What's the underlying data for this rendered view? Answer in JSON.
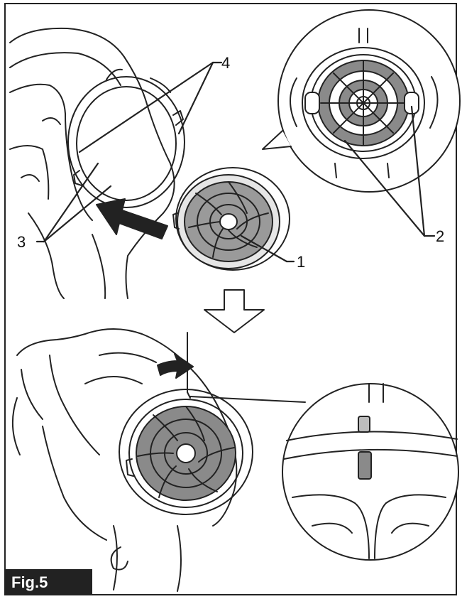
{
  "figure": {
    "label": "Fig.5"
  },
  "callouts": {
    "c1": "1",
    "c2": "2",
    "c3": "3",
    "c4": "4"
  },
  "colors": {
    "ink": "#222222",
    "filter_gray": "#8a8a8a",
    "background": "#ffffff"
  },
  "icons": {
    "push_arrow": "push-arrow-icon",
    "down_arrow": "down-arrow-icon",
    "rotate_arrow": "rotate-arrow-icon"
  }
}
